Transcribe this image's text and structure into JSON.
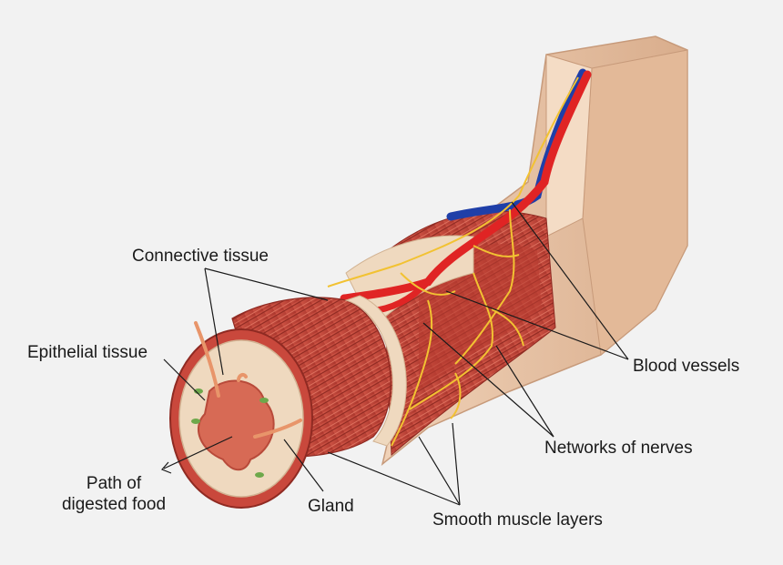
{
  "labels": {
    "connective_tissue": "Connective tissue",
    "epithelial_tissue": "Epithelial tissue",
    "path_of_digested_food": [
      "Path of",
      "digested food"
    ],
    "gland": "Gland",
    "blood_vessels": "Blood vessels",
    "networks_of_nerves": "Networks of nerves",
    "smooth_muscle_layers": "Smooth muscle layers"
  },
  "colors": {
    "background": "#f2f2f2",
    "outer_layer": "#e9c4a6",
    "muscle": "#c9483c",
    "muscle_dark": "#a3322a",
    "lumen": "#d76a55",
    "submucosa": "#efd9bf",
    "artery": "#e02424",
    "vein": "#1f3fa8",
    "nerve": "#f2c232",
    "gland": "#f0a77a",
    "leader_line": "#1a1a1a"
  }
}
